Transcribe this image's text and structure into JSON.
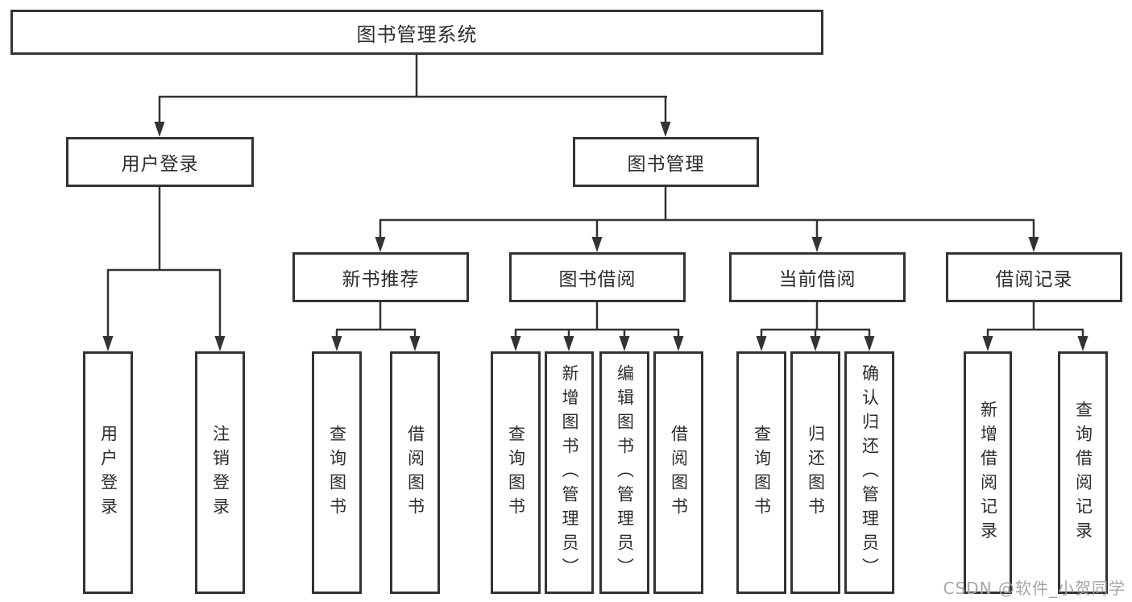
{
  "diagram": {
    "root": {
      "label": "图书管理系统"
    },
    "level2": [
      {
        "label": "用户登录"
      },
      {
        "label": "图书管理"
      }
    ],
    "level3": [
      {
        "label": "新书推荐"
      },
      {
        "label": "图书借阅"
      },
      {
        "label": "当前借阅"
      },
      {
        "label": "借阅记录"
      }
    ],
    "leaves": [
      {
        "label": "用户登录"
      },
      {
        "label": "注销登录"
      },
      {
        "label": "查询图书"
      },
      {
        "label": "借阅图书"
      },
      {
        "label": "查询图书"
      },
      {
        "label": "新增图书（管理员）"
      },
      {
        "label": "编辑图书（管理员）"
      },
      {
        "label": "借阅图书"
      },
      {
        "label": "查询图书"
      },
      {
        "label": "归还图书"
      },
      {
        "label": "确认归还（管理员）"
      },
      {
        "label": "新增借阅记录"
      },
      {
        "label": "查询借阅记录"
      }
    ],
    "watermark": {
      "text": "CSDN @软件_小贺同学"
    },
    "colors": {
      "line": "#333333",
      "text": "#2d2d2d",
      "watermark": "#a6a6a6",
      "background": "#ffffff"
    }
  }
}
